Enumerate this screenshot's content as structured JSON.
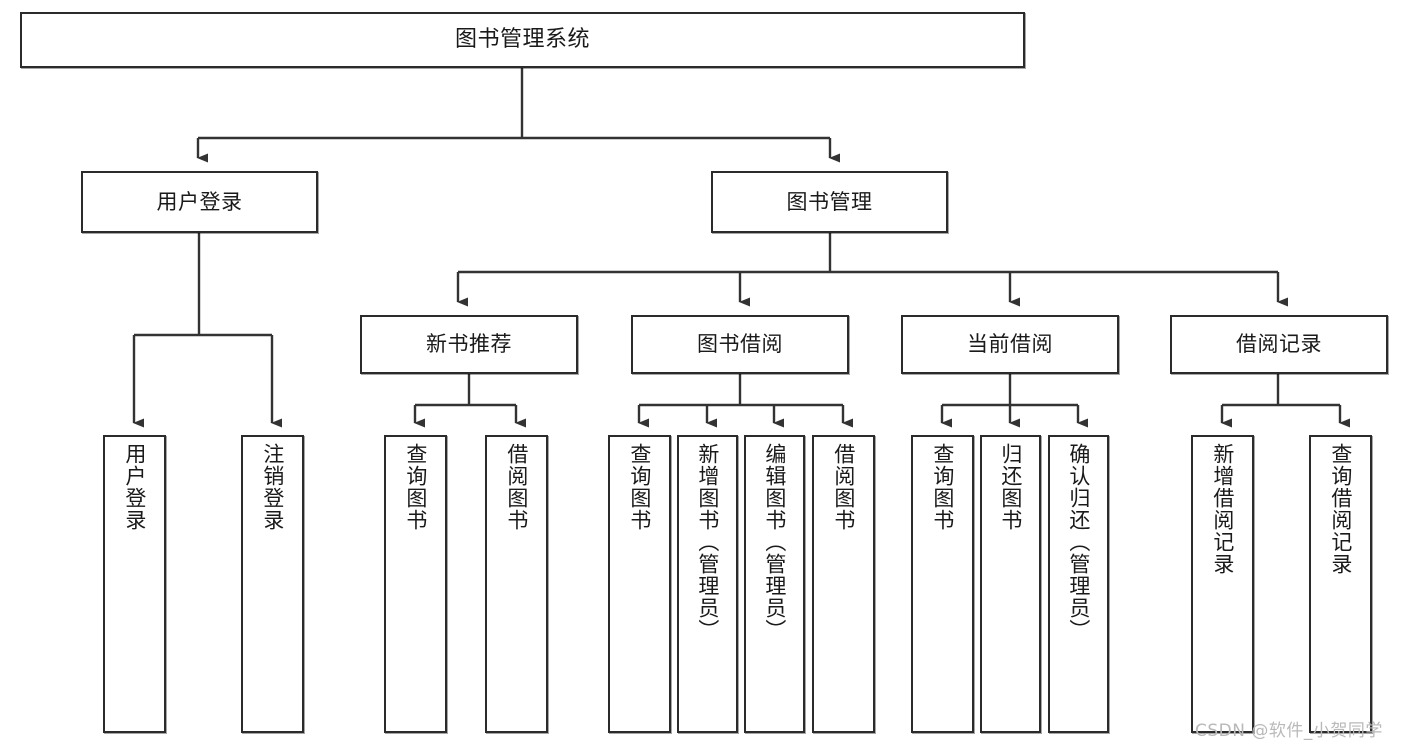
{
  "diagram": {
    "type": "tree-hierarchy",
    "title": "图书管理系统",
    "orientation": "top-down",
    "colors": {
      "box_border": "#2b2b2b",
      "box_fill": "#ffffff",
      "connector": "#333333",
      "text": "#1a1a1a",
      "watermark": "#b9b9b9",
      "background": "#ffffff"
    },
    "root": {
      "label": "图书管理系统"
    },
    "level2": [
      {
        "id": "user-login",
        "label": "用户登录"
      },
      {
        "id": "book-management",
        "label": "图书管理"
      }
    ],
    "level3": [
      {
        "id": "new-book-recommend",
        "label": "新书推荐"
      },
      {
        "id": "book-borrow",
        "label": "图书借阅"
      },
      {
        "id": "current-borrow",
        "label": "当前借阅"
      },
      {
        "id": "borrow-record",
        "label": "借阅记录"
      }
    ],
    "leaves": {
      "user_login": [
        {
          "id": "leaf-user-login",
          "label": "用户登录"
        },
        {
          "id": "leaf-logout-login",
          "label": "注销登录"
        }
      ],
      "new_book_recommend": [
        {
          "id": "leaf-query-book-1",
          "label": "查询图书"
        },
        {
          "id": "leaf-borrow-book-1",
          "label": "借阅图书"
        }
      ],
      "book_borrow": [
        {
          "id": "leaf-query-book-2",
          "label": "查询图书"
        },
        {
          "id": "leaf-add-book",
          "label": "新增图书（管理员）"
        },
        {
          "id": "leaf-edit-book",
          "label": "编辑图书（管理员）"
        },
        {
          "id": "leaf-borrow-book-2",
          "label": "借阅图书"
        }
      ],
      "current_borrow": [
        {
          "id": "leaf-query-book-3",
          "label": "查询图书"
        },
        {
          "id": "leaf-return-book",
          "label": "归还图书"
        },
        {
          "id": "leaf-confirm-return",
          "label": "确认归还（管理员）"
        }
      ],
      "borrow_record": [
        {
          "id": "leaf-add-record",
          "label": "新增借阅记录"
        },
        {
          "id": "leaf-query-record",
          "label": "查询借阅记录"
        }
      ]
    }
  },
  "watermark": {
    "text": "CSDN @软件_小贺同学"
  }
}
